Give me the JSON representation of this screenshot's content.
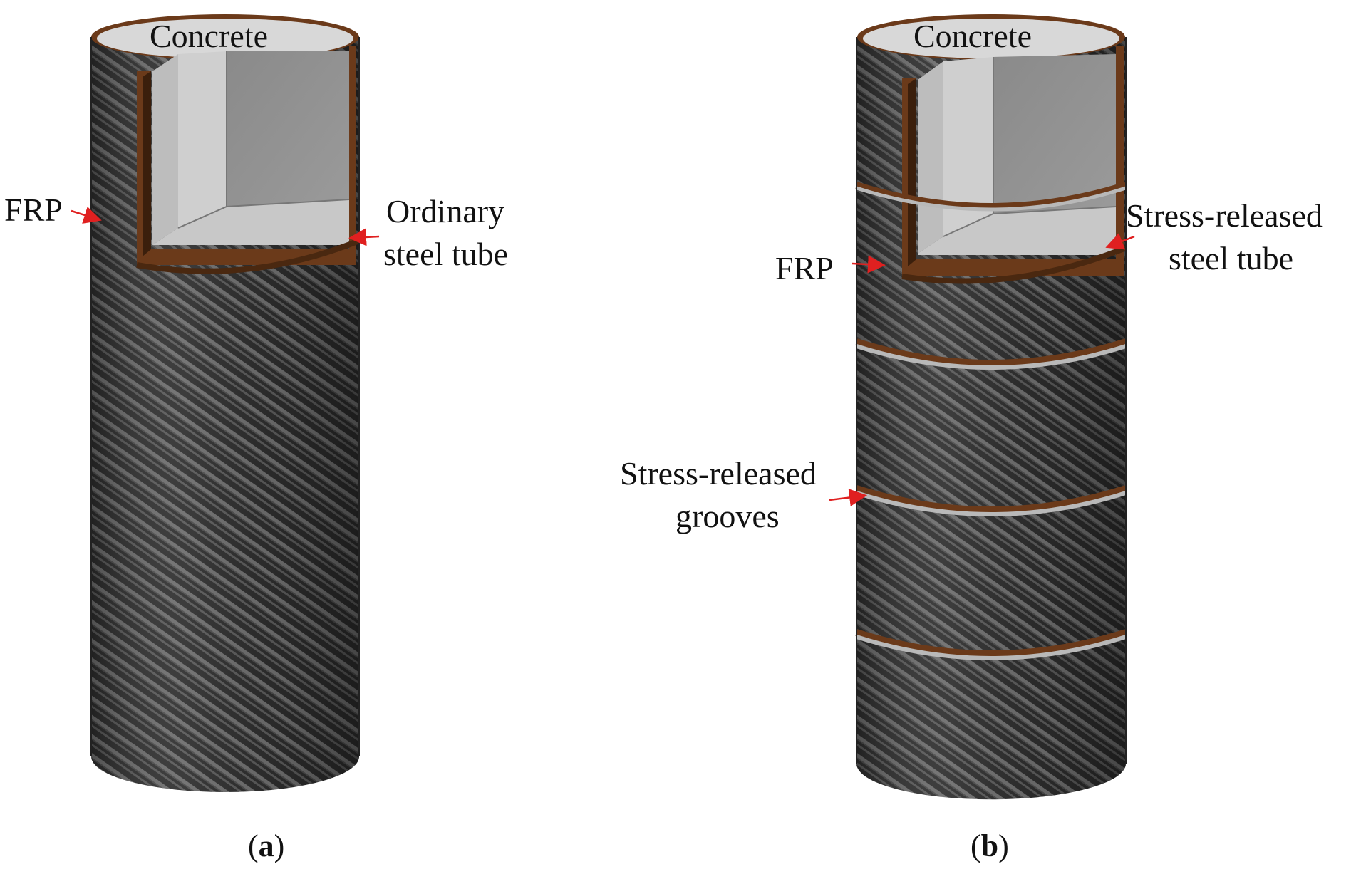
{
  "figure": {
    "panel_a": {
      "caption_open": "(",
      "caption_letter": "a",
      "caption_close": ")",
      "labels": {
        "concrete": "Concrete",
        "frp": "FRP",
        "tube_line1": "Ordinary",
        "tube_line2": "steel tube"
      }
    },
    "panel_b": {
      "caption_open": "(",
      "caption_letter": "b",
      "caption_close": ")",
      "labels": {
        "concrete": "Concrete",
        "frp": "FRP",
        "tube_line1": "Stress-released",
        "tube_line2": "steel tube",
        "grooves_line1": "Stress-released",
        "grooves_line2": "grooves"
      }
    }
  },
  "colors": {
    "frp_dark": "#2a2a2a",
    "frp_stripe": "#6e6e6e",
    "steel_tube": "#6b3a1a",
    "concrete_top": "#d6d6d6",
    "concrete_face": "#8c8c8c",
    "arrow": "#e02020"
  }
}
